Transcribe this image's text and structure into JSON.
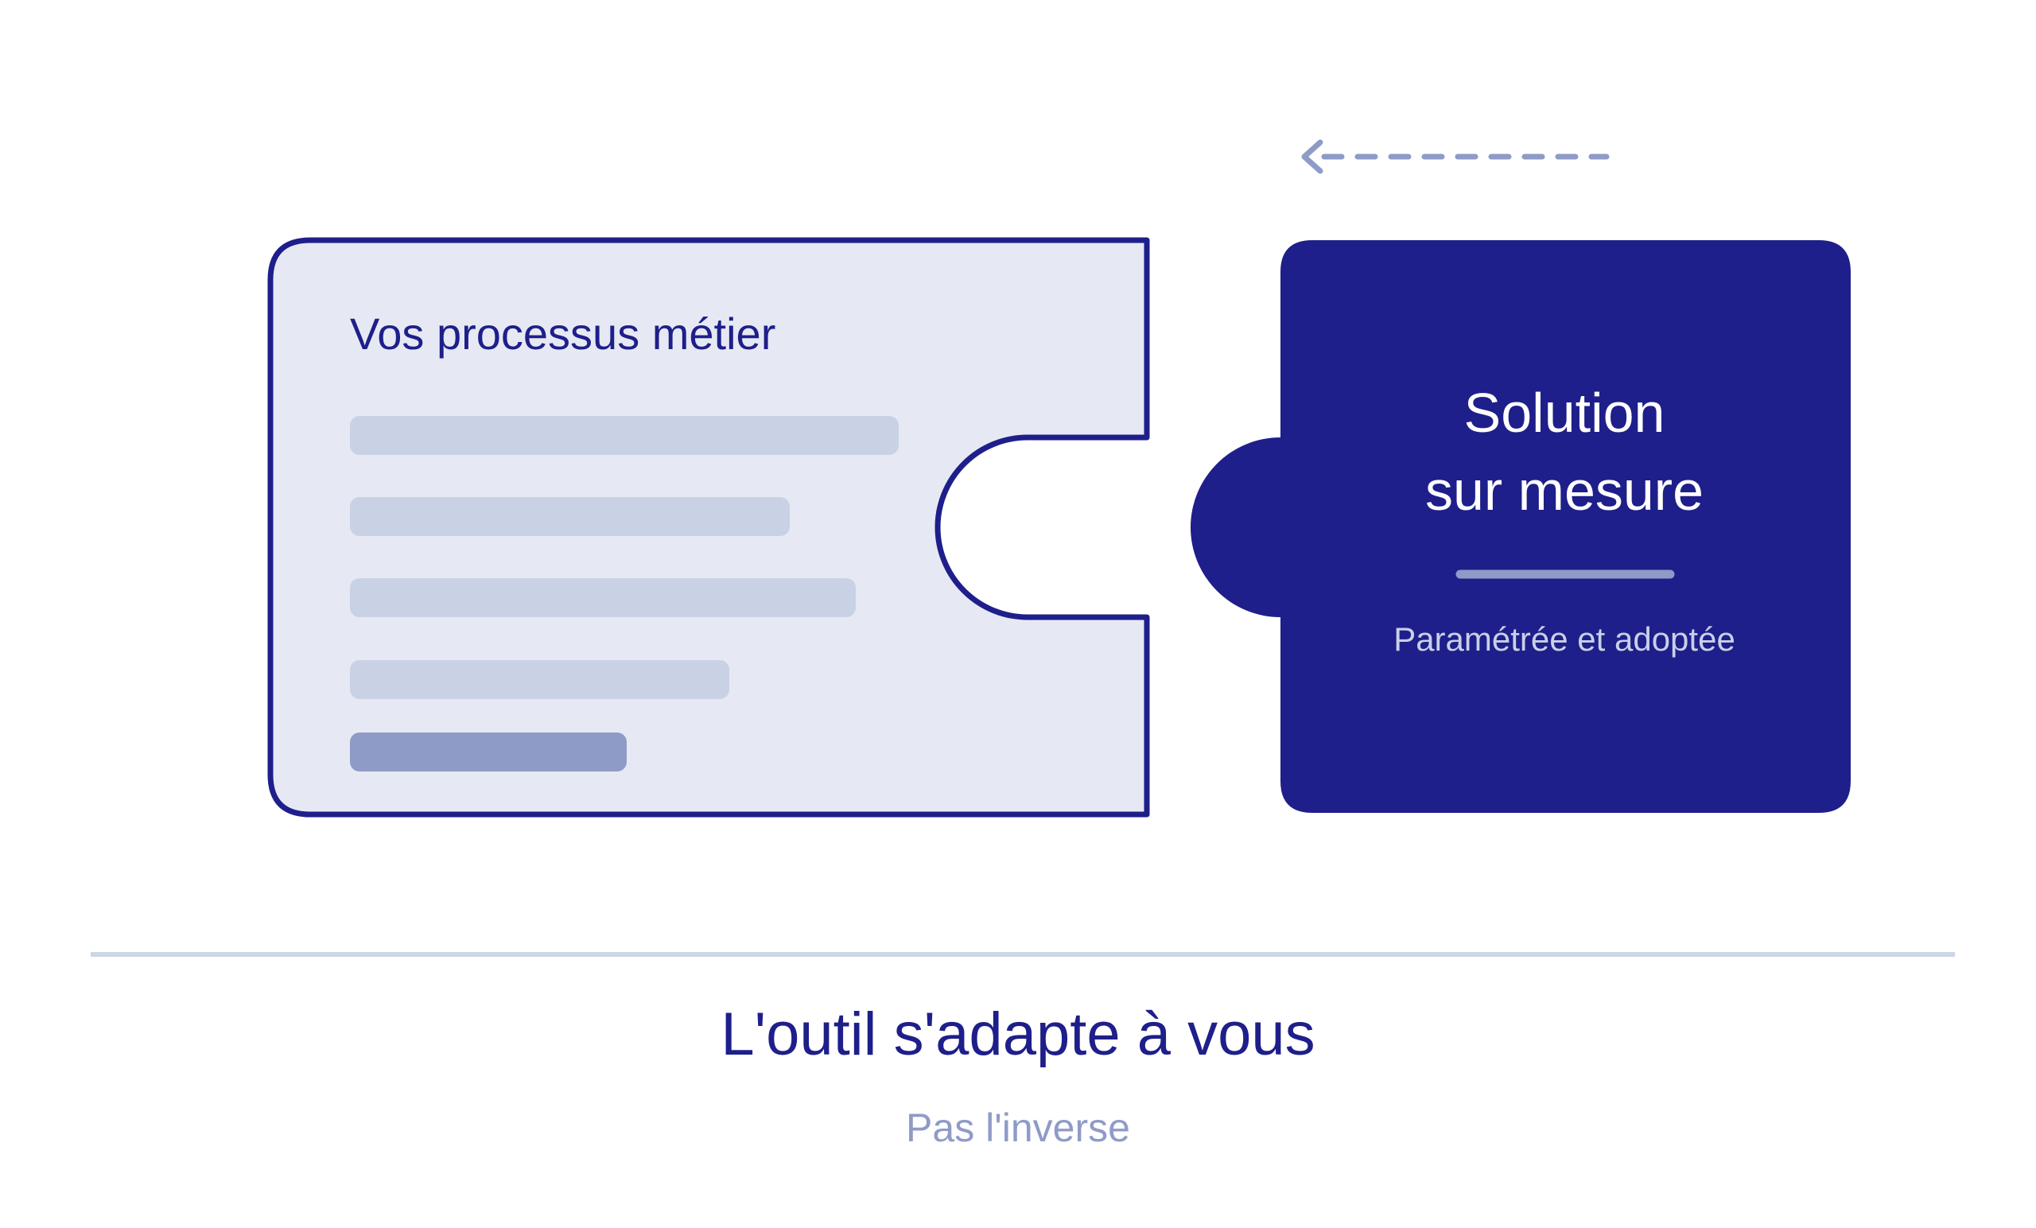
{
  "left_block": {
    "title": "Vos processus métier"
  },
  "right_block": {
    "title_line1": "Solution",
    "title_line2": "sur mesure",
    "subtitle": "Paramétrée et adoptée"
  },
  "footer": {
    "headline": "L'outil s'adapte à vous",
    "subline": "Pas l'inverse"
  },
  "icons": {
    "arrow": "arrow-left-dashed-icon"
  },
  "colors": {
    "navy": "#1e1f8a",
    "light_panel": "#e6e9f3",
    "bar_light": "#c9d1e5",
    "bar_accent": "#8f9bc7",
    "divider": "#cdd6e6",
    "arrow": "#8f9bc7",
    "subtitle_on_navy": "#c9d0e8"
  }
}
